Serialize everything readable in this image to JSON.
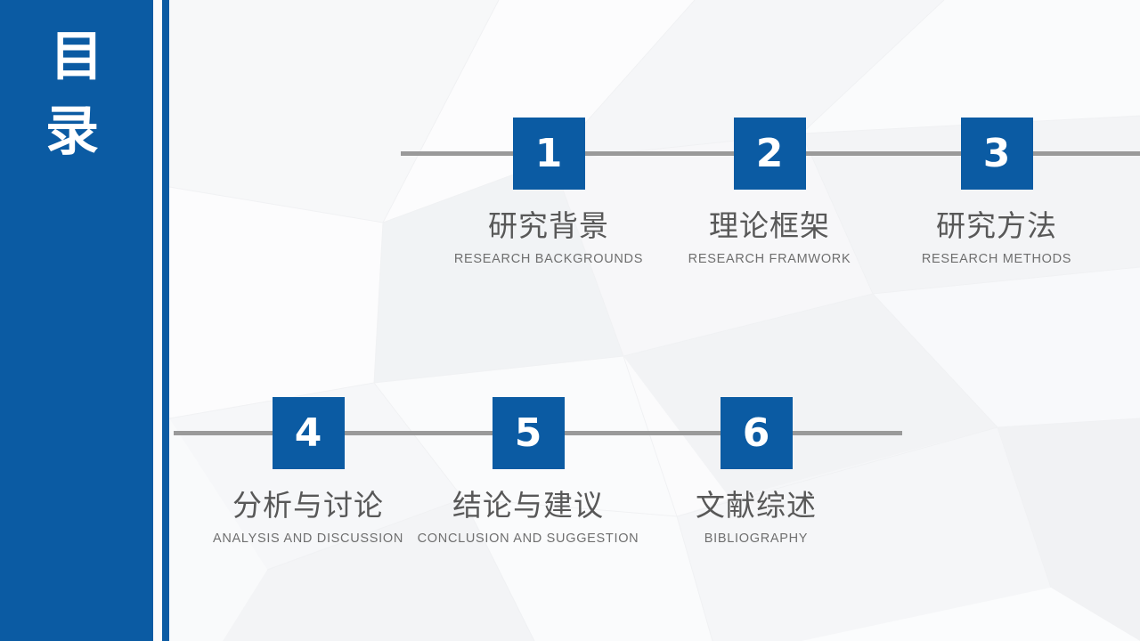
{
  "slide": {
    "type": "table-of-contents",
    "sidebar": {
      "title": "目\n录",
      "title_plain": "目录",
      "background_color": "#0b5ba3",
      "text_color": "#ffffff"
    },
    "accent_color": "#0b5ba3",
    "line_color": "#9a9a9a",
    "title_color": "#585858",
    "subtitle_color": "#6f6f6f",
    "background_color": "#fbfbfc"
  },
  "contents": [
    {
      "number": "1",
      "title_cn": "研究背景",
      "title_en": "RESEARCH BACKGROUNDS"
    },
    {
      "number": "2",
      "title_cn": "理论框架",
      "title_en": "RESEARCH FRAMWORK"
    },
    {
      "number": "3",
      "title_cn": "研究方法",
      "title_en": "RESEARCH METHODS"
    },
    {
      "number": "4",
      "title_cn": "分析与讨论",
      "title_en": "ANALYSIS AND DISCUSSION"
    },
    {
      "number": "5",
      "title_cn": "结论与建议",
      "title_en": "CONCLUSION  AND SUGGESTION"
    },
    {
      "number": "6",
      "title_cn": "文献综述",
      "title_en": "BIBLIOGRAPHY"
    }
  ]
}
